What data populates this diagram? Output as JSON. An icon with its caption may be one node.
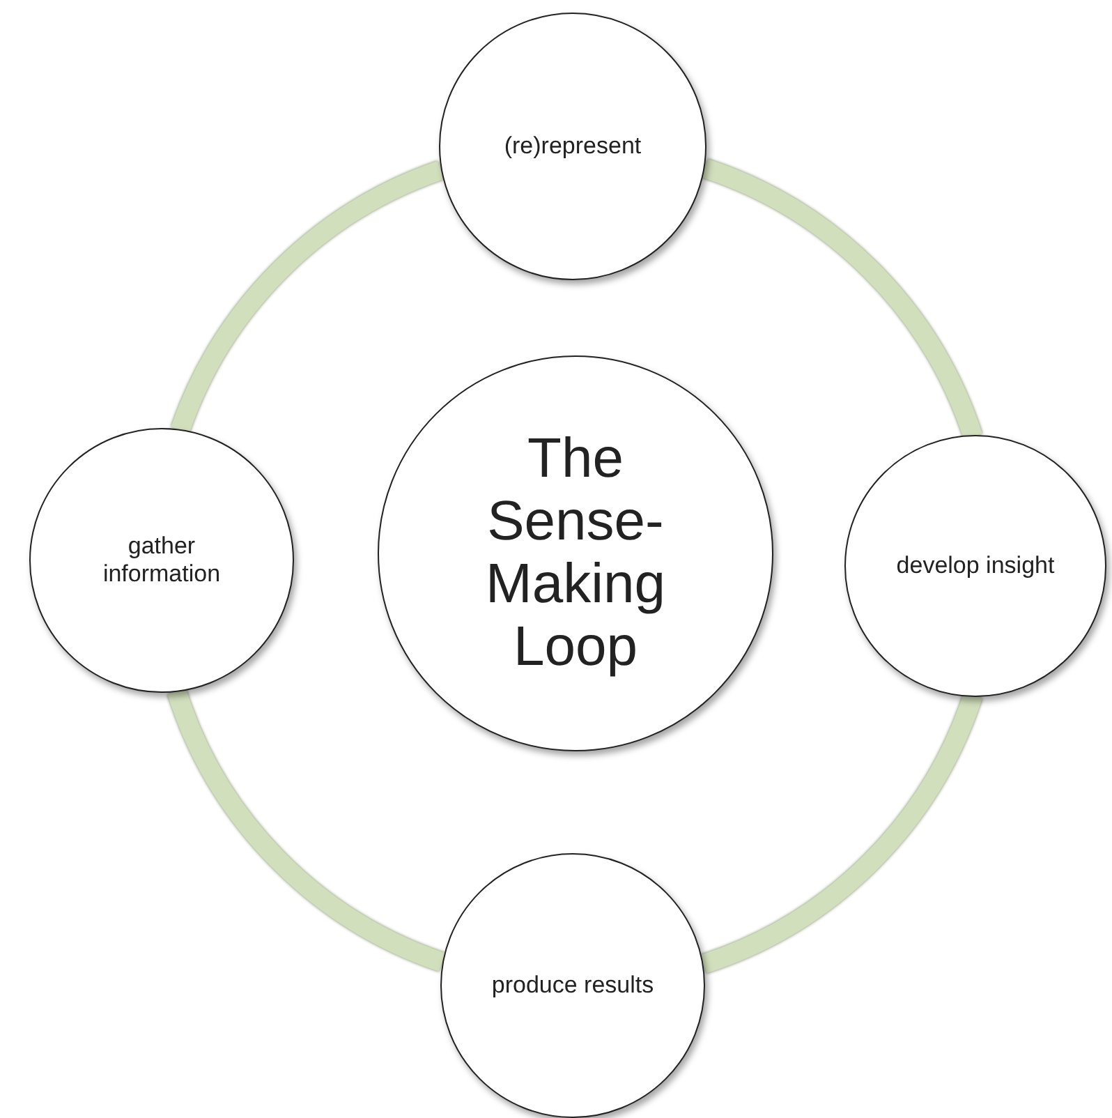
{
  "diagram": {
    "nodes": [
      {
        "text": [
          "The Sense-Making Loop"
        ]
      },
      {
        "text": [
          "(re)represent"
        ]
      },
      {
        "text": [
          "develop insight"
        ]
      },
      {
        "text": [
          "produce results"
        ]
      },
      {
        "text": [
          "gather information"
        ]
      }
    ],
    "edges": [
      {
        "from": 1,
        "to": 2,
        "arrow": "none"
      },
      {
        "from": 2,
        "to": 3,
        "arrow": "none"
      },
      {
        "from": 3,
        "to": 4,
        "arrow": "none"
      },
      {
        "from": 4,
        "to": 1,
        "arrow": "none"
      }
    ]
  }
}
